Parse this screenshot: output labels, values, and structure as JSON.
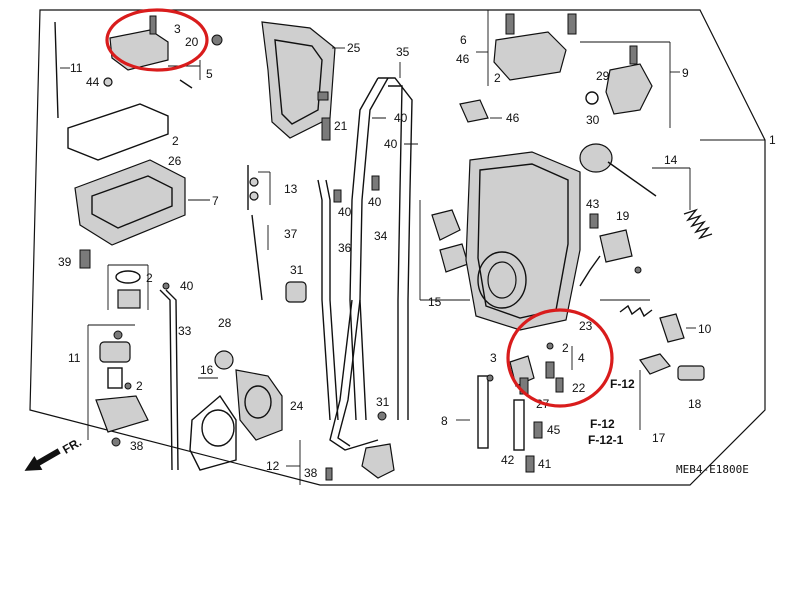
{
  "diagram": {
    "code": "MEB4-E1800E",
    "front_label": "FR.",
    "callouts": {
      "n1": "1",
      "n2a": "2",
      "n2b": "2",
      "n2c": "2",
      "n2d": "2",
      "n2e": "2",
      "n3a": "3",
      "n3b": "3",
      "n4": "4",
      "n5": "5",
      "n6": "6",
      "n7": "7",
      "n8": "8",
      "n9": "9",
      "n10": "10",
      "n11a": "11",
      "n11b": "11",
      "n12": "12",
      "n13": "13",
      "n14": "14",
      "n15": "15",
      "n16": "16",
      "n17": "17",
      "n18": "18",
      "n19": "19",
      "n20": "20",
      "n21": "21",
      "n22": "22",
      "n23": "23",
      "n24": "24",
      "n25": "25",
      "n26": "26",
      "n27": "27",
      "n28": "28",
      "n29": "29",
      "n30": "30",
      "n31a": "31",
      "n31b": "31",
      "n33": "33",
      "n34": "34",
      "n35": "35",
      "n36": "36",
      "n37": "37",
      "n38a": "38",
      "n38b": "38",
      "n39": "39",
      "n40a": "40",
      "n40b": "40",
      "n40c": "40",
      "n40d": "40",
      "n40e": "40",
      "n41": "41",
      "n42": "42",
      "n43": "43",
      "n44": "44",
      "n45": "45",
      "n46a": "46",
      "n46b": "46",
      "f12a": "F-12",
      "f12b": "F-12",
      "f121": "F-12-1"
    },
    "highlight_color": "#d91c1c"
  }
}
